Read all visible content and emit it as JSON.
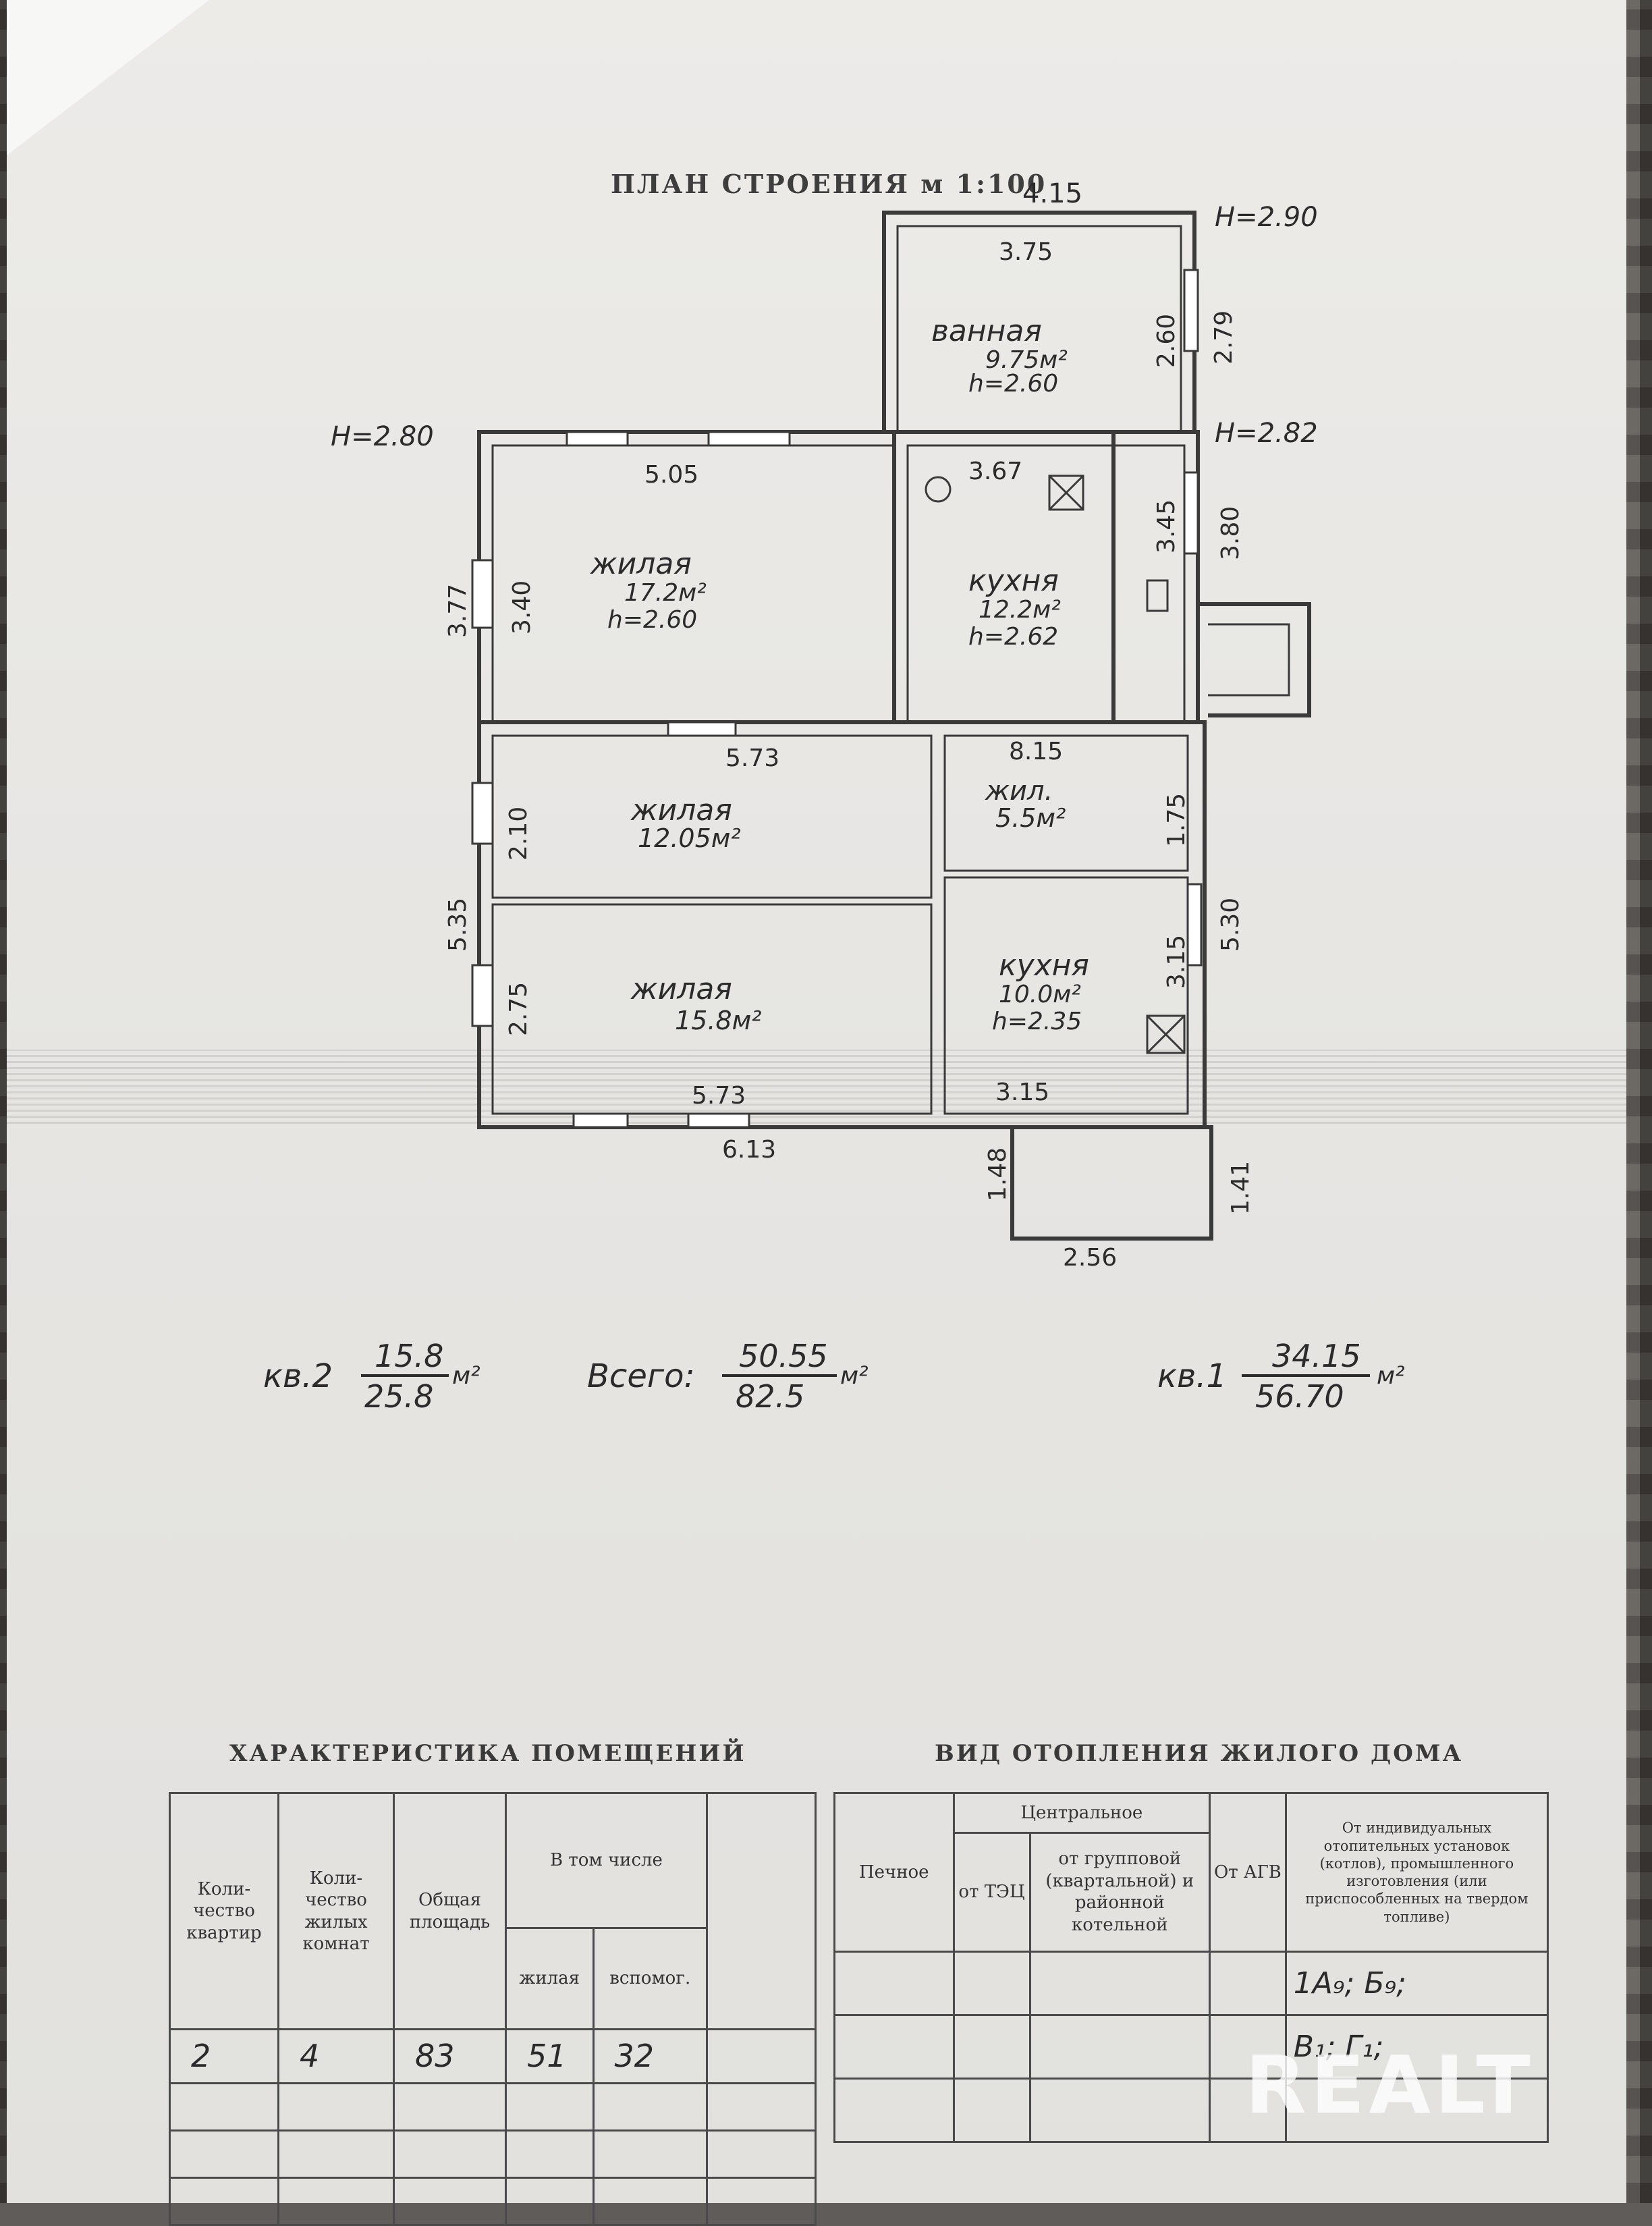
{
  "plan_title": "ПЛАН СТРОЕНИЯ м 1:100",
  "heights": {
    "h_bath": "Н=2.90",
    "h_left": "Н=2.80",
    "h_right": "Н=2.82"
  },
  "rooms": {
    "bath": {
      "name": "ванная",
      "area": "9.75м²",
      "height": "h=2.60"
    },
    "living1": {
      "name": "жилая",
      "area": "17.2м²",
      "height": "h=2.60"
    },
    "kitchen1": {
      "name": "кухня",
      "area": "12.2м²",
      "height": "h=2.62"
    },
    "living2": {
      "name": "жилая",
      "area": "12.05м²"
    },
    "living3": {
      "name": "жил.",
      "area": "5.5м²"
    },
    "living4": {
      "name": "жилая",
      "area": "15.8м²"
    },
    "kitchen2": {
      "name": "кухня",
      "area": "10.0м²",
      "height": "h=2.35"
    }
  },
  "dimensions": {
    "d415": "4.15",
    "d375": "3.75",
    "d260": "2.60",
    "d279": "2.79",
    "d505": "5.05",
    "d367": "3.67",
    "d345": "3.45",
    "d380": "3.80",
    "d377": "3.77",
    "d340": "3.40",
    "d573a": "5.73",
    "d815": "8.15",
    "d210": "2.10",
    "d175": "1.75",
    "d535": "5.35",
    "d530": "5.30",
    "d315v": "3.15",
    "d275": "2.75",
    "d573b": "5.73",
    "d315h": "3.15",
    "d613": "6.13",
    "d148": "1.48",
    "d141": "1.41",
    "d256": "2.56"
  },
  "summary": {
    "kv2_label": "кв.2",
    "kv2_top": "15.8",
    "kv2_bottom": "25.8",
    "total_label": "Всего:",
    "total_top": "50.55",
    "total_bottom": "82.5",
    "kv1_label": "кв.1",
    "kv1_top": "34.15",
    "kv1_bottom": "56.70",
    "unit": "м²"
  },
  "table1": {
    "title": "ХАРАКТЕРИСТИКА ПОМЕЩЕНИЙ",
    "headers": {
      "apartments": "Коли-чество квартир",
      "rooms": "Коли-чество жилых комнат",
      "total": "Общая площадь",
      "group": "В том числе",
      "living": "жилая",
      "aux": "вспомог."
    },
    "values": {
      "apartments": "2",
      "rooms": "4",
      "total": "83",
      "living": "51",
      "aux": "32"
    }
  },
  "table2": {
    "title": "ВИД ОТОПЛЕНИЯ ЖИЛОГО ДОМА",
    "headers": {
      "stove": "Печное",
      "central": "Центральное",
      "tec": "от ТЭЦ",
      "group_boiler": "от групповой (квартальной) и районной котельной",
      "agv": "От АГВ",
      "individual": "От индивидуальных отопительных установок (котлов), промышленного изготовления (или приспособленных на твердом топливе)"
    },
    "values": {
      "line1": "1А₉; Б₉;",
      "line2": "В₁; Г₁;"
    }
  },
  "watermark": "REALT"
}
